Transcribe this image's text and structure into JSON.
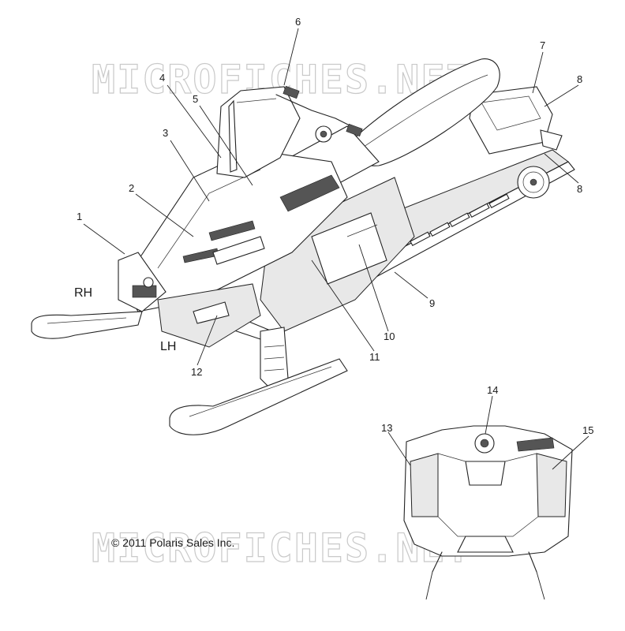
{
  "copyright": "© 2011 Polaris Sales Inc.",
  "watermark": "MICROFICHES.NET",
  "side_labels": {
    "rh": "RH",
    "lh": "LH"
  },
  "callouts": [
    "1",
    "2",
    "3",
    "4",
    "5",
    "6",
    "7",
    "8",
    "8",
    "9",
    "10",
    "11",
    "12",
    "13",
    "14",
    "15"
  ]
}
